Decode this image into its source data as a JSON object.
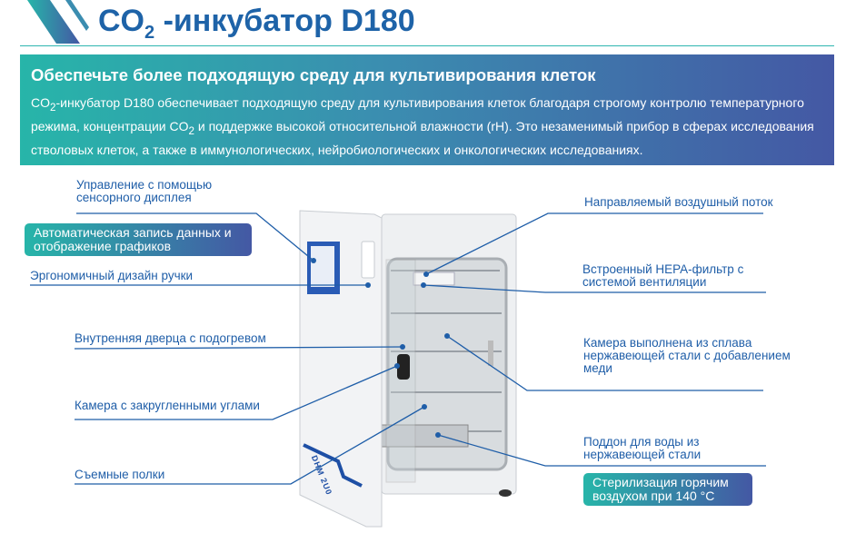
{
  "header": {
    "title_prefix": "CO",
    "title_sub": "2",
    "title_suffix": " -инкубатор D180"
  },
  "banner": {
    "heading": "Обеспечьте более подходящую среду для культивирования клеток",
    "text_1": "CO",
    "text_1_sub": "2",
    "text_2": "-инкубатор D180 обеспечивает подходящую среду для культивирования клеток благодаря строгому контролю температурного режима, концентрации CO",
    "text_2_sub": "2",
    "text_3": " и поддержке высокой относительной влажности (rH). Это незаменимый прибор в сферах исследования стволовых клеток, а также в иммунологических, нейробиологических и онкологических исследованиях."
  },
  "callouts_left": [
    {
      "line1": "Управление с помощью",
      "line2": "сенсорного дисплея"
    },
    {
      "line1": "Эргономичный дизайн ручки"
    },
    {
      "line1": "Внутренняя дверца с подогревом"
    },
    {
      "line1": "Камера с закругленными углами"
    },
    {
      "line1": "Съемные полки"
    }
  ],
  "callouts_right": [
    {
      "line1": "Направляемый воздушный поток"
    },
    {
      "line1": "Встроенный HEPA-фильтр с",
      "line2": "системой вентиляции"
    },
    {
      "line1": "Камера выполнена из сплава",
      "line2": "нержавеющей стали с добавлением",
      "line3": "меди"
    },
    {
      "line1": "Поддон для воды из",
      "line2": "нержавеющей стали"
    }
  ],
  "highlights": [
    {
      "line1": "Автоматическая запись данных и",
      "line2": "отображение графиков"
    },
    {
      "line1": "Стерилизация горячим",
      "line2": "воздухом при 140 °C"
    }
  ],
  "device": {
    "brand_mark": "DHM 2U0"
  },
  "colors": {
    "title": "#1e63a8",
    "line": "#1f5ea8",
    "grad_start": "#27b5a9",
    "grad_end": "#4458a4"
  }
}
